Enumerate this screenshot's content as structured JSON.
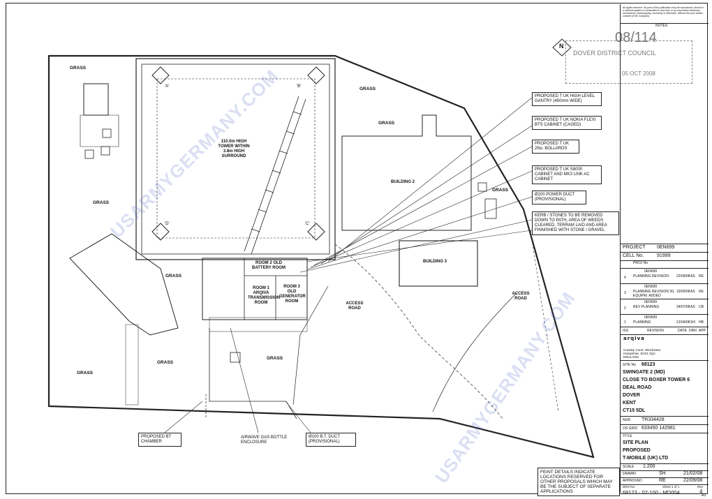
{
  "labels": {
    "grass": [
      "GRASS",
      "GRASS",
      "GRASS",
      "GRASS",
      "GRASS",
      "GRASS",
      "GRASS",
      "GRASS"
    ],
    "tower": "110.0m HIGH TOWER WITHIN 3.8m HIGH SURROUND",
    "corners": [
      "'A'",
      "'B'",
      "'D'",
      "'C'"
    ],
    "building2": "BUILDING 2",
    "building3": "BUILDING 3",
    "room1": "ROOM 1 ARQIVA TRANSMISSION ROOM",
    "room2": "ROOM 2 OLD BATTERY ROOM",
    "room3": "ROOM 3 OLD GENERATOR ROOM",
    "access_road_1": "ACCESS ROAD",
    "access_road_2": "ACCESS ROAD",
    "north": "N"
  },
  "callouts": [
    "PROPOSED T UK HIGH LEVEL GANTRY (450mm WIDE)",
    "PROPOSED T UK NOKIA FLEXI BTS CABINET (CAGED)",
    "PROPOSED T UK 2No. BOLLARDS",
    "PROPOSED T UK S8000 CABINET AND MK3 LINK AC CABINET",
    "Ø100 POWER DUCT (PROVISIONAL)",
    "KERB / STONES TO BE REMOVED DOWN TO PATH, AREA OF WEEDS CLEARED, TERRAM LAID AND AREA FINNISHED WITH STONE / GRAVEL"
  ],
  "bottom_callouts": [
    "PROPOSED BT CHAMBER",
    "AIRWAVE GAS BOTTLE ENCLOSURE",
    "Ø100 B.T. DUCT (PROVISIONAL)"
  ],
  "feint_note": "FEINT DETAILS INDICATE LOCATIONS RESERVED FOR OTHER PROPOSALS WHICH MAY BE THE SUBJECT OF SEPARATE APPLICATIONS",
  "watermark": "USARMYGERMANY.COM",
  "stamp": {
    "ref": "08/114",
    "line2": "DOVER DISTRICT COUNCIL",
    "date": "05 OCT 2008"
  },
  "title_block": {
    "copyright": "All rights reserved. No part of this publication may be reproduced, stored in a retrieval system or transmitted in any form or by any means electronic, mechanical, photocopying, recording or otherwise, without the prior written consent of the Company.",
    "notes_label": "NOTES",
    "project_label": "PROJECT",
    "project": "0EN699",
    "cell_label": "CELL No.",
    "cell": "91999",
    "revisions": [
      {
        "rev": "4",
        "desc": "PLANNING REVISION",
        "date": "22/09/08",
        "dr": "AS",
        "app": "RE",
        "proj": "0EN699"
      },
      {
        "rev": "3",
        "desc": "PLANNING REVISION 3G EQUIPM. ADDED",
        "date": "19/09/08",
        "dr": "AS",
        "app": "RE",
        "proj": "0EN699"
      },
      {
        "rev": "2",
        "desc": "REV PLANNING",
        "date": "24/07/08",
        "dr": "AS",
        "app": "CB",
        "proj": "0EN699"
      },
      {
        "rev": "1",
        "desc": "PLANNING",
        "date": "21/04/08",
        "dr": "SH",
        "app": "HB",
        "proj": "0EN699"
      }
    ],
    "rev_headers": [
      "ISS",
      "REVISION",
      "DATE",
      "DRN",
      "APP"
    ],
    "proj_no_label": "PROJ No",
    "company": "arqiva",
    "address": "Crawley Court, Winchester Hampshire, SO21 2QA ENGLAND.",
    "site_no_label": "SITE No",
    "site_no": "68123",
    "site_lines": [
      "SWINGATE 2 (MD)",
      "CLOSE TO BOXER TOWER 6",
      "DEAL ROAD",
      "DOVER",
      "KENT",
      "CT15 5DL"
    ],
    "ngr_label": "NGR",
    "ngr": "TR334428",
    "os_label": "OS GRID",
    "os": "633450 142981",
    "title_label": "TITLE",
    "title_lines": [
      "SITE PLAN",
      "PROPOSED",
      "T-MOBILE (UK) LTD"
    ],
    "scale_label": "SCALE",
    "scale": "1:200",
    "drawn_label": "DRAWN",
    "drawn": "SH",
    "drawn_date": "21/02/08",
    "approved_label": "APPROVED",
    "approved": "RE",
    "approved_date": "22/09/08",
    "dwg_label": "DRG No.",
    "sheet": "Sheet 1 of 1",
    "rev_label": "Rev",
    "rev": "4",
    "dwg_no": "68123 - 02-100 - MD004",
    "paper": "A3"
  }
}
